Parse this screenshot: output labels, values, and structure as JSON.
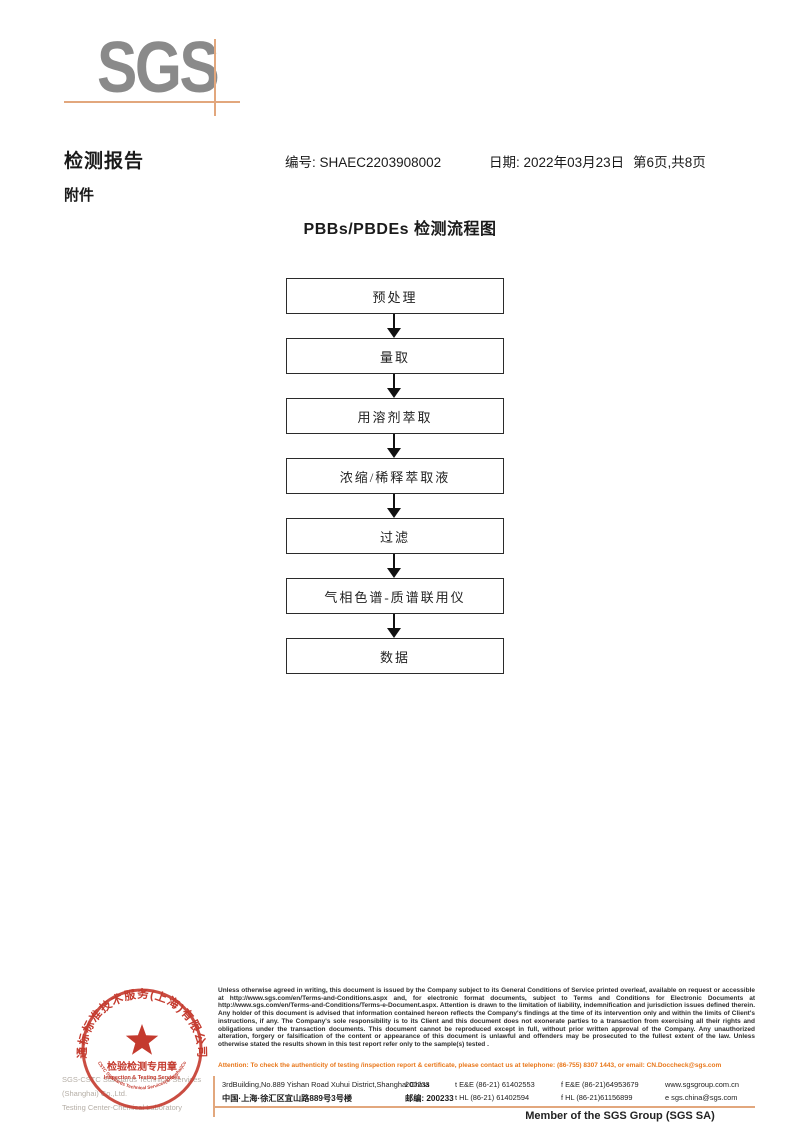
{
  "logo": {
    "text": "SGS"
  },
  "header": {
    "doc_type": "检测报告",
    "report_no_label": "编号:",
    "report_no": "SHAEC2203908002",
    "date_label": "日期:",
    "date": "2022年03月23日",
    "page_info": "第6页,共8页",
    "attachment_label": "附件"
  },
  "flow": {
    "title": "PBBs/PBDEs 检测流程图",
    "steps": [
      "预处理",
      "量取",
      "用溶剂萃取",
      "浓缩/稀释萃取液",
      "过滤",
      "气相色谱-质谱联用仪",
      "数据"
    ]
  },
  "stamp": {
    "ring_text_cn": "通标标准技术服务(上海)有限公司",
    "ring_text_en": "SGS-CSTC Standards Technical Services(Shanghai)Co.,Ltd.",
    "center_line1": "检验检测专用章",
    "center_line2": "Inspection & Testing Services",
    "color": "#c43a2e"
  },
  "company": {
    "line1": "SGS-CSTC Standards Technical Services (Shanghai) Co.,Ltd.",
    "line2": "Testing Center-Chemical Laboratory"
  },
  "footer": {
    "disclaimer": "Unless otherwise agreed in writing, this document is issued by the Company subject to its General Conditions of Service printed overleaf, available on request or accessible at http://www.sgs.com/en/Terms-and-Conditions.aspx and, for electronic format documents, subject to Terms and Conditions for Electronic Documents at http://www.sgs.com/en/Terms-and-Conditions/Terms-e-Document.aspx. Attention is drawn to the limitation of liability, indemnification and jurisdiction issues defined therein. Any holder of this document is advised that information contained hereon reflects the Company's findings at the time of its intervention only and within the limits of Client's instructions, if any. The Company's sole responsibility is to its Client and this document does not exonerate parties to a transaction from exercising all their rights and obligations under the transaction documents. This document cannot be reproduced except in full, without prior written approval of the Company. Any unauthorized alteration, forgery or falsification of the content or appearance of this document is unlawful and offenders may be prosecuted to the fullest extent of the law. Unless otherwise stated the results shown in this test report refer only to the sample(s) tested .",
    "attention": "Attention: To check the authenticity of testing /inspection report & certificate, please contact us at telephone: (86-755) 8307 1443, or email: CN.Doccheck@sgs.com",
    "address_en": "3rdBuilding,No.889 Yishan Road Xuhui District,Shanghai China",
    "postcode_en": "200233",
    "tel1": "t E&E (86-21) 61402553",
    "fax1": "f E&E (86-21)64953679",
    "web": "www.sgsgroup.com.cn",
    "address_cn": "中国·上海·徐汇区宜山路889号3号楼",
    "postcode_cn": "邮编: 200233",
    "tel2": "t HL (86-21) 61402594",
    "fax2": "f HL (86-21)61156899",
    "email": "e  sgs.china@sgs.com",
    "member": "Member of the SGS Group (SGS SA)"
  }
}
